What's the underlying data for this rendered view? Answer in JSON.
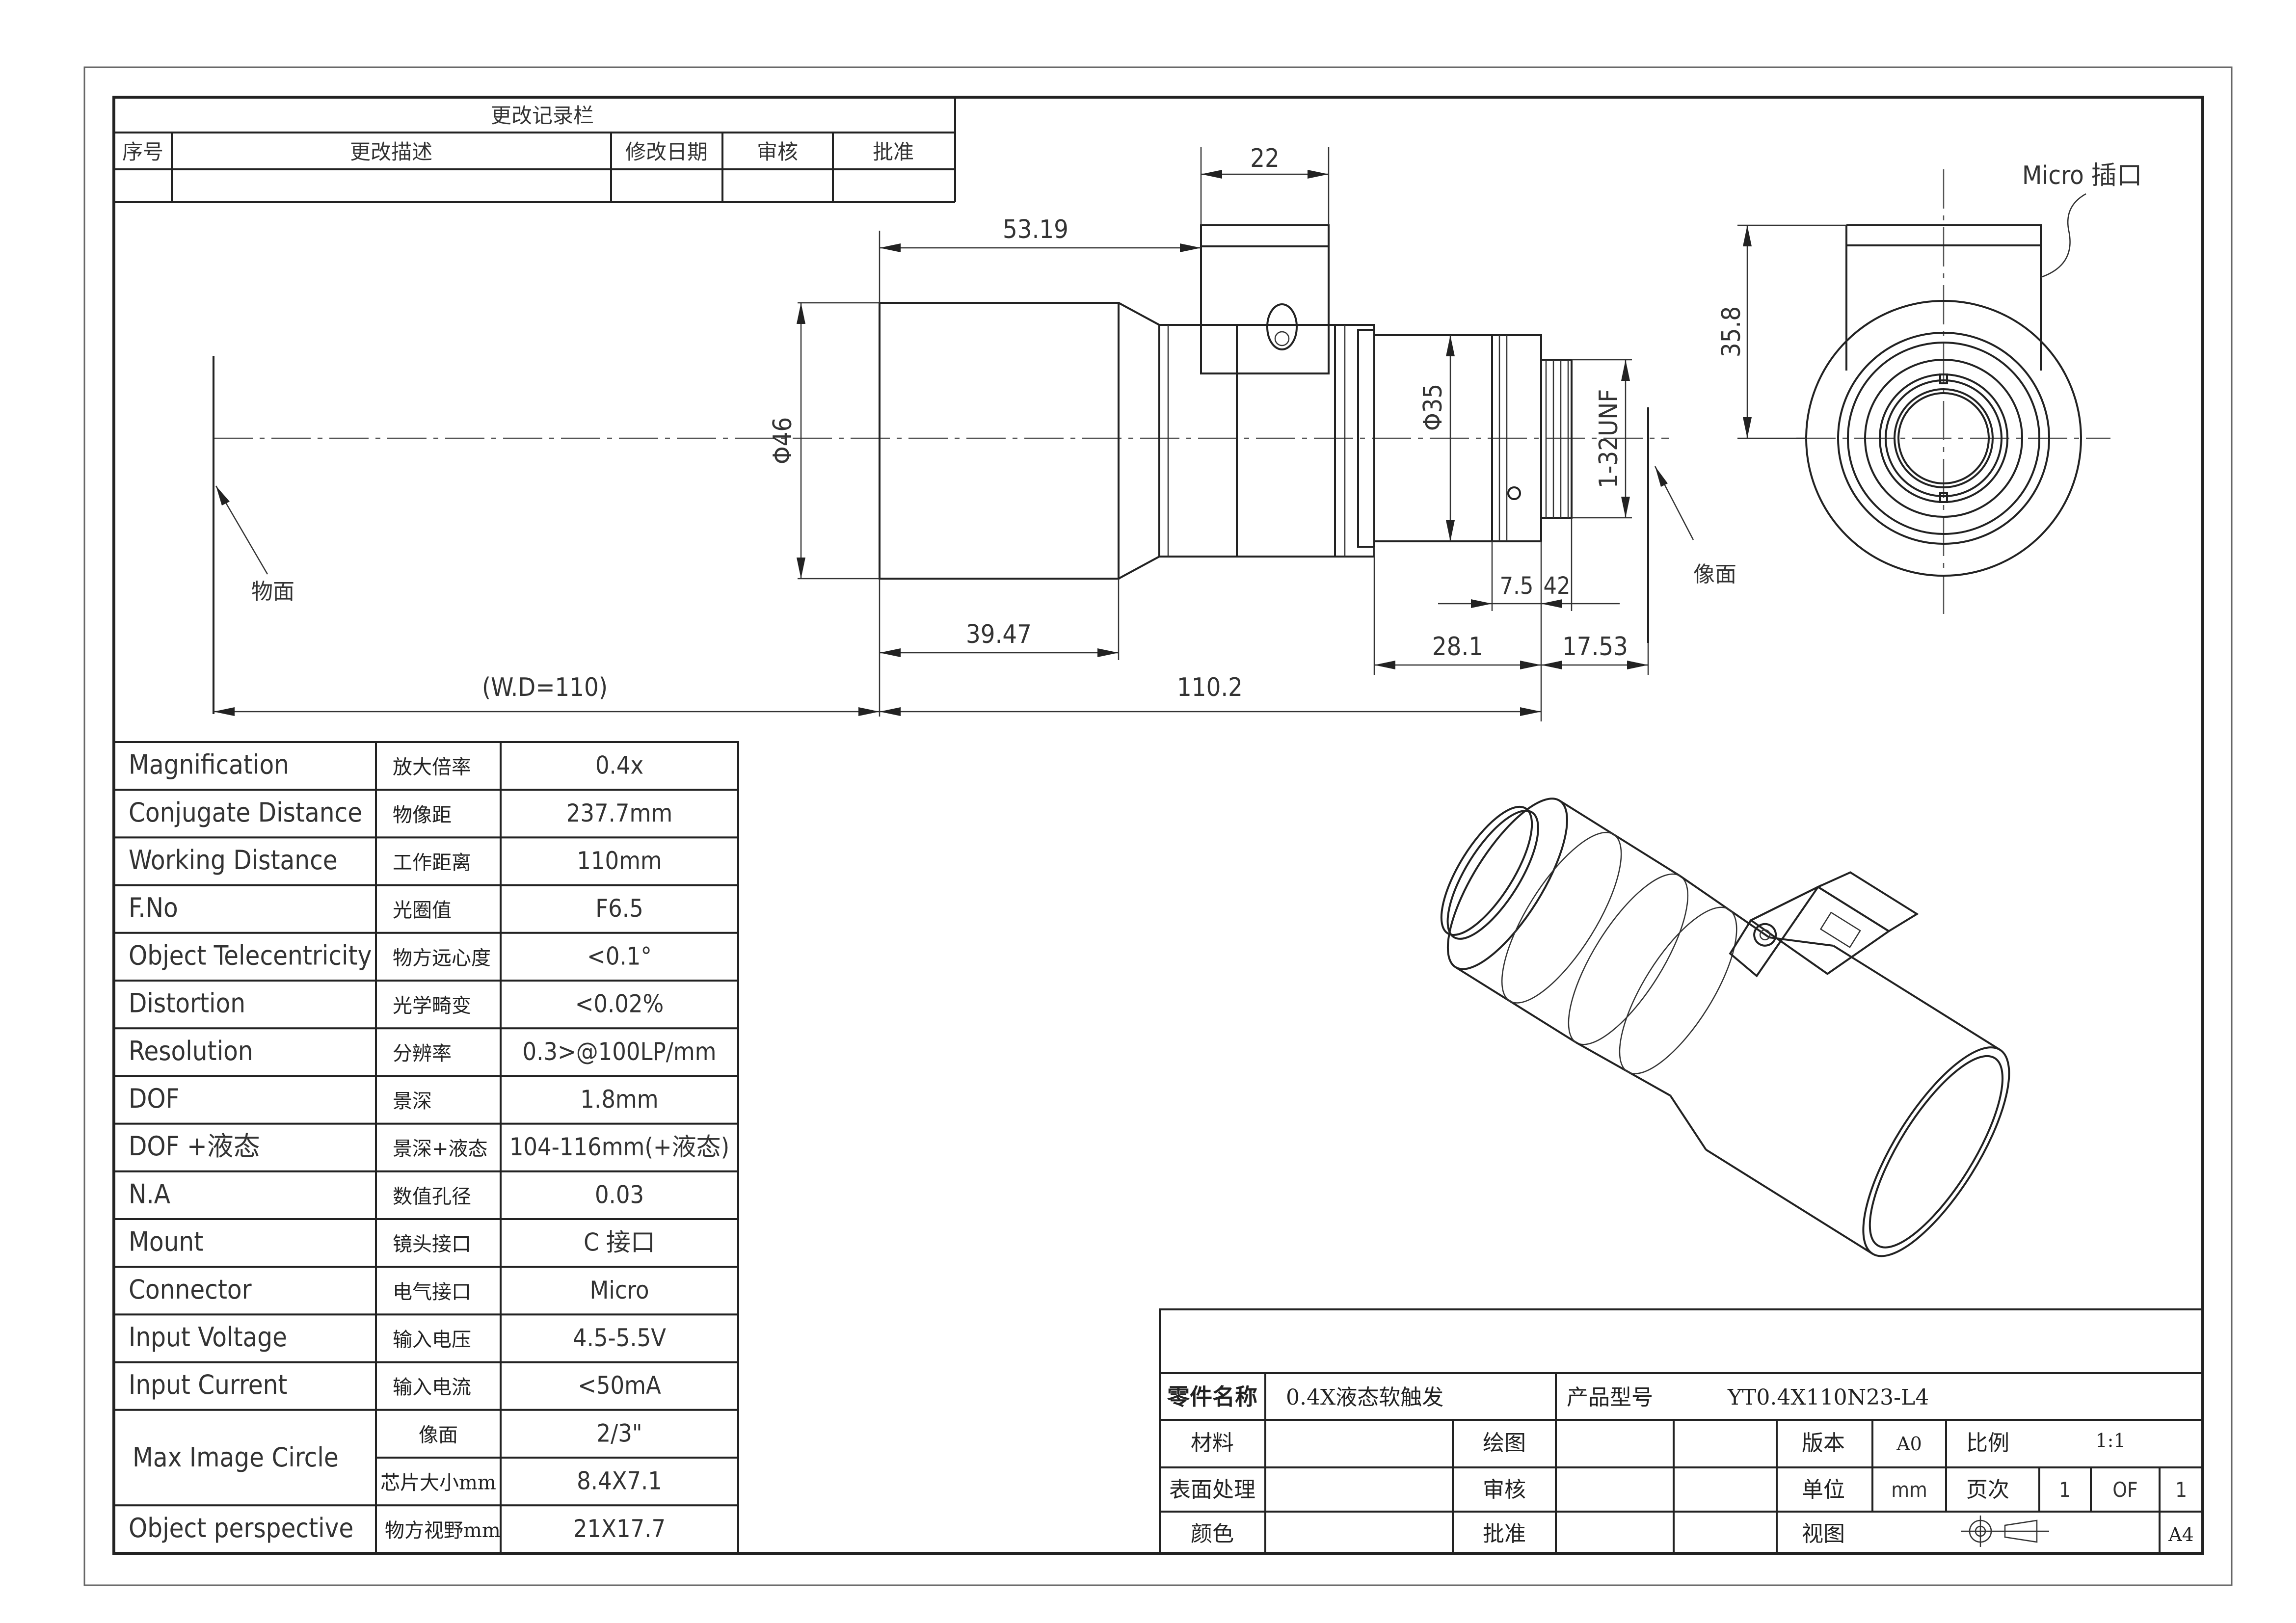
{
  "revision_block": {
    "title": "更改记录栏",
    "headers": [
      "序号",
      "更改描述",
      "修改日期",
      "审核",
      "批准"
    ]
  },
  "dimensions": {
    "d22": "22",
    "d53_19": "53.19",
    "d46": "Φ46",
    "d35": "Φ35",
    "thread": "1-32UNF",
    "d39_47": "39.47",
    "wd": "(W.D=110)",
    "d110_2": "110.2",
    "d7_5": "7.5",
    "d42": "42",
    "d28_1": "28.1",
    "d17_53": "17.53",
    "d35_8": "35.8"
  },
  "labels": {
    "object_plane": "物面",
    "image_plane": "像面",
    "micro_port": "Micro 插口"
  },
  "specs": [
    {
      "en": "Magnification",
      "cn": "放大倍率",
      "value": "0.4x"
    },
    {
      "en": "Conjugate Distance",
      "cn": "物像距",
      "value": "237.7mm"
    },
    {
      "en": "Working Distance",
      "cn": "工作距离",
      "value": "110mm"
    },
    {
      "en": "F.No",
      "cn": "光圈值",
      "value": "F6.5"
    },
    {
      "en": "Object Telecentricity",
      "cn": "物方远心度",
      "value": "<0.1°"
    },
    {
      "en": "Distortion",
      "cn": "光学畸变",
      "value": "<0.02%"
    },
    {
      "en": "Resolution",
      "cn": "分辨率",
      "value": "0.3>@100LP/mm"
    },
    {
      "en": "DOF",
      "cn": "景深",
      "value": "1.8mm"
    },
    {
      "en": "DOF +液态",
      "cn": "景深+液态",
      "value": "104-116mm(+液态)"
    },
    {
      "en": "N.A",
      "cn": "数值孔径",
      "value": "0.03"
    },
    {
      "en": "Mount",
      "cn": "镜头接口",
      "value": "C 接口"
    },
    {
      "en": "Connector",
      "cn": "电气接口",
      "value": "Micro"
    },
    {
      "en": "Input Voltage",
      "cn": "输入电压",
      "value": "4.5-5.5V"
    },
    {
      "en": "Input Current",
      "cn": "输入电流",
      "value": "<50mA"
    }
  ],
  "image_circle": {
    "en": "Max Image Circle",
    "rows": [
      {
        "cn": "像面",
        "value": "2/3\""
      },
      {
        "cn": "芯片大小mm",
        "value": "8.4X7.1"
      }
    ]
  },
  "object_perspective": {
    "en": "Object perspective",
    "cn": "物方视野mm",
    "value": "21X17.7"
  },
  "title_block": {
    "part_name_label": "零件名称",
    "part_name": "0.4X液态软触发",
    "model_label": "产品型号",
    "model": "YT0.4X110N23-L4",
    "material_label": "材料",
    "drawn_label": "绘图",
    "version_label": "版本",
    "version": "A0",
    "scale_label": "比例",
    "scale": "1:1",
    "surface_label": "表面处理",
    "review_label": "审核",
    "unit_label": "单位",
    "unit": "mm",
    "page_label": "页次",
    "page": "1",
    "of": "OF",
    "total": "1",
    "color_label": "颜色",
    "approve_label": "批准",
    "view_label": "视图",
    "size": "A4"
  }
}
